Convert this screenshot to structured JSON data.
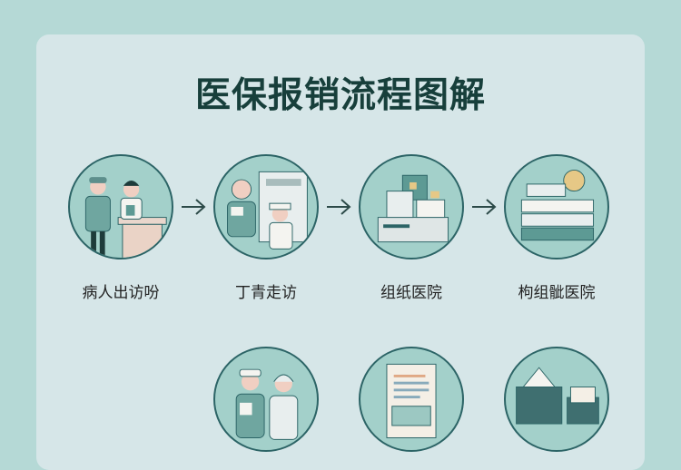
{
  "title": "医保报销流程图解",
  "steps": [
    {
      "label": "病人出访吩",
      "icon": "doctor-patient-icon"
    },
    {
      "label": "丁青走访",
      "icon": "nurse-visit-icon"
    },
    {
      "label": "组纸医院",
      "icon": "hospital-equipment-icon"
    },
    {
      "label": "枸组骴医院",
      "icon": "document-stack-icon"
    }
  ],
  "row2": [
    {
      "icon": "medical-staff-icon"
    },
    {
      "icon": "form-document-icon"
    },
    {
      "icon": "envelope-icon"
    }
  ],
  "colors": {
    "background": "#b5d9d6",
    "card": "#d6e6e8",
    "circle": "#a3d0ca",
    "border": "#2c6466",
    "title": "#173f3b"
  }
}
